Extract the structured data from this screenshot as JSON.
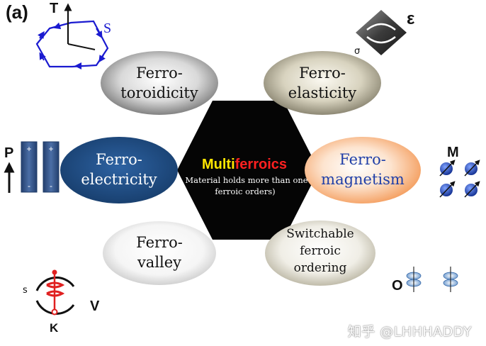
{
  "panel_label": "(a)",
  "center": {
    "title_part1": "Multi",
    "title_part2": "ferroics",
    "subtitle_line1": "Material holds more than one",
    "subtitle_line2": "ferroic orders)"
  },
  "bubbles": {
    "toroidicity": {
      "line1": "Ferro-",
      "line2": "toroidicity"
    },
    "elasticity": {
      "line1": "Ferro-",
      "line2": "elasticity"
    },
    "electricity": {
      "line1": "Ferro-",
      "line2": "electricity"
    },
    "magnetism": {
      "line1": "Ferro-",
      "line2": "magnetism"
    },
    "valley": {
      "line1": "Ferro-",
      "line2": "valley"
    },
    "switchable": {
      "line1": "Switchable",
      "line2": "ferroic",
      "line3": "ordering"
    }
  },
  "symbols": {
    "toroidal_T": "T",
    "toroidal_S": "S",
    "strain_epsilon": "ε",
    "stress_sigma": "σ",
    "polarization_P": "P",
    "plus": "+",
    "minus": "-",
    "magnetization_M": "M",
    "valley_s": "s",
    "valley_V": "V",
    "valley_K": "K",
    "order_O": "O"
  },
  "watermark": "知乎 @LHHHADDY",
  "colors": {
    "hexagon": "#050505",
    "multi_yellow": "#ffe600",
    "ferroics_red": "#ff2020",
    "electricity_fill": "#1f4f86",
    "magnetism_fill": "#f7a463",
    "magnetism_text": "#1f3fa8",
    "toroid_blue": "#1a1ad0",
    "valley_red": "#e02020",
    "capacitor_blue": "#3b5a8e"
  }
}
